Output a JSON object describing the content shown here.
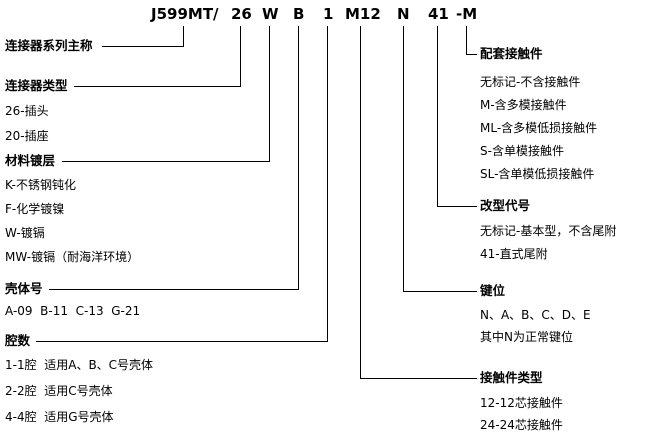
{
  "code_segments": [
    "J599MT/",
    "26",
    "W",
    "B",
    "1",
    "M12",
    "N",
    "41",
    "-M"
  ],
  "left_groups": [
    {
      "heading": "连接器系列主称",
      "items": []
    },
    {
      "heading": "连接器类型",
      "items": [
        "26-插头",
        "20-插座"
      ]
    },
    {
      "heading": "材料镀层",
      "items": [
        "K-不锈钢钝化",
        "F-化学镀镍",
        "W-镀镉",
        "MW-镀镉（耐海洋环境）"
      ]
    },
    {
      "heading": "壳体号",
      "items": [
        "A-09  B-11  C-13  G-21"
      ]
    },
    {
      "heading": "腔数",
      "items": [
        "1-1腔  适用A、B、C号壳体",
        "2-2腔  适用C号壳体",
        "4-4腔  适用G号壳体"
      ]
    }
  ],
  "right_groups": [
    {
      "heading": "配套接触件",
      "items": [
        "无标记-不含接触件",
        "M-含多模接触件",
        "ML-含多模低损接触件",
        "S-含单模接触件",
        "SL-含单模低损接触件"
      ]
    },
    {
      "heading": "改型代号",
      "items": [
        "无标记-基本型，不含尾附",
        "41-直式尾附"
      ]
    },
    {
      "heading": "键位",
      "items": [
        "N、A、B、C、D、E",
        "其中N为正常键位"
      ]
    },
    {
      "heading": "接触件类型",
      "items": [
        "12-12芯接触件",
        "24-24芯接触件"
      ]
    }
  ],
  "line_color": "#000000"
}
